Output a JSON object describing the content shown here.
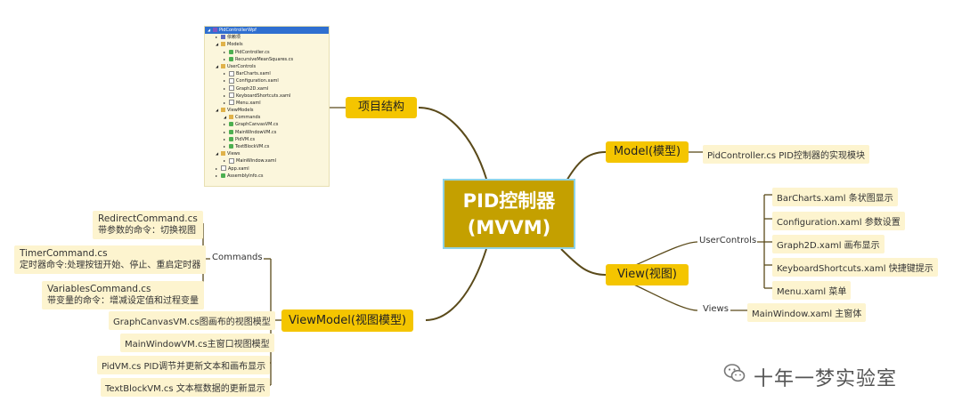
{
  "center": {
    "line1": "PID控制器",
    "line2": "(MVVM)"
  },
  "structure": {
    "label": "项目结构"
  },
  "tree": [
    {
      "label": "PidControllerWpf",
      "icon": "sol",
      "indent": 0,
      "selected": true
    },
    {
      "label": "依赖项",
      "icon": "ref",
      "indent": 1
    },
    {
      "label": "Models",
      "icon": "folder",
      "indent": 1
    },
    {
      "label": "PidController.cs",
      "icon": "cs",
      "indent": 2
    },
    {
      "label": "RecursiveMeanSquares.cs",
      "icon": "cs",
      "indent": 2
    },
    {
      "label": "UserControls",
      "icon": "folder",
      "indent": 1
    },
    {
      "label": "BarCharts.xaml",
      "icon": "xaml",
      "indent": 2
    },
    {
      "label": "Configuration.xaml",
      "icon": "xaml",
      "indent": 2
    },
    {
      "label": "Graph2D.xaml",
      "icon": "xaml",
      "indent": 2
    },
    {
      "label": "KeyboardShortcuts.xaml",
      "icon": "xaml",
      "indent": 2
    },
    {
      "label": "Menu.xaml",
      "icon": "xaml",
      "indent": 2
    },
    {
      "label": "ViewModels",
      "icon": "folder",
      "indent": 1
    },
    {
      "label": "Commands",
      "icon": "folder",
      "indent": 2
    },
    {
      "label": "GraphCanvasVM.cs",
      "icon": "cs",
      "indent": 2
    },
    {
      "label": "MainWindowVM.cs",
      "icon": "cs",
      "indent": 2
    },
    {
      "label": "PidVM.cs",
      "icon": "cs",
      "indent": 2
    },
    {
      "label": "TextBlockVM.cs",
      "icon": "cs",
      "indent": 2
    },
    {
      "label": "Views",
      "icon": "folder",
      "indent": 1
    },
    {
      "label": "MainWindow.xaml",
      "icon": "xaml",
      "indent": 2
    },
    {
      "label": "App.xaml",
      "icon": "xaml",
      "indent": 1
    },
    {
      "label": "AssemblyInfo.cs",
      "icon": "cs",
      "indent": 1
    }
  ],
  "model": {
    "label": "Model(模型)",
    "leaf": "PidController.cs   PID控制器的实现模块"
  },
  "view": {
    "label": "View(视图)",
    "usercontrols": "UserControls",
    "uc_items": [
      "BarCharts.xaml   条状图显示",
      "Configuration.xaml   参数设置",
      "Graph2D.xaml   画布显示",
      "KeyboardShortcuts.xaml   快捷键提示",
      "Menu.xaml   菜单"
    ],
    "views": "Views",
    "views_item": "MainWindow.xaml   主窗体"
  },
  "viewmodel": {
    "label": "ViewModel(视图模型)",
    "commands": "Commands",
    "cmd_items": [
      {
        "name": "RedirectCommand.cs",
        "desc": "带参数的命令：切换视图"
      },
      {
        "name": "TimerCommand.cs",
        "desc": "定时器命令:处理按钮开始、停止、重启定时器"
      },
      {
        "name": "VariablesCommand.cs",
        "desc": "带变量的命令：增减设定值和过程变量"
      }
    ],
    "vm_items": [
      "GraphCanvasVM.cs图画布的视图模型",
      "MainWindowVM.cs主窗口视图模型",
      "PidVM.cs   PID调节并更新文本和画布显示",
      "TextBlockVM.cs   文本框数据的更新显示"
    ]
  },
  "watermark": "十年一梦实验室",
  "colors": {
    "branch": "#5a4a1a",
    "main": "#f4c500",
    "leaf": "#fdf4cf",
    "center": "#c4a000"
  }
}
